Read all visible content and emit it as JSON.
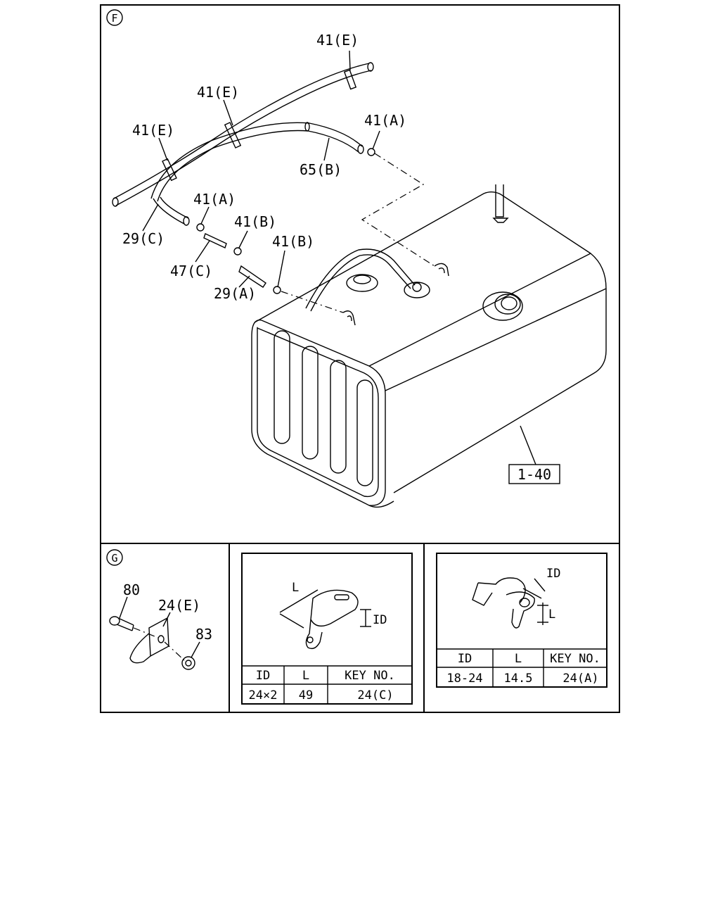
{
  "view_f": {
    "marker": "F",
    "callouts": {
      "c41e_top": "41(E)",
      "c41e_mid": "41(E)",
      "c41e_left": "41(E)",
      "c41a_right": "41(A)",
      "c65b": "65(B)",
      "c41a_left": "41(A)",
      "c41b_1": "41(B)",
      "c41b_2": "41(B)",
      "c29c": "29(C)",
      "c47c": "47(C)",
      "c29a": "29(A)",
      "c140": "1-40"
    }
  },
  "view_g": {
    "marker": "G",
    "callouts": {
      "c80": "80",
      "c24e": "24(E)",
      "c83": "83"
    }
  },
  "clamp_c": {
    "dim_l": "L",
    "dim_id": "ID",
    "headers": [
      "ID",
      "L",
      "KEY NO."
    ],
    "row": [
      "24×2",
      "49",
      "24(C)"
    ]
  },
  "clamp_a": {
    "dim_id": "ID",
    "dim_l": "L",
    "headers": [
      "ID",
      "L",
      "KEY NO."
    ],
    "row": [
      "18-24",
      "14.5",
      "24(A)"
    ]
  }
}
